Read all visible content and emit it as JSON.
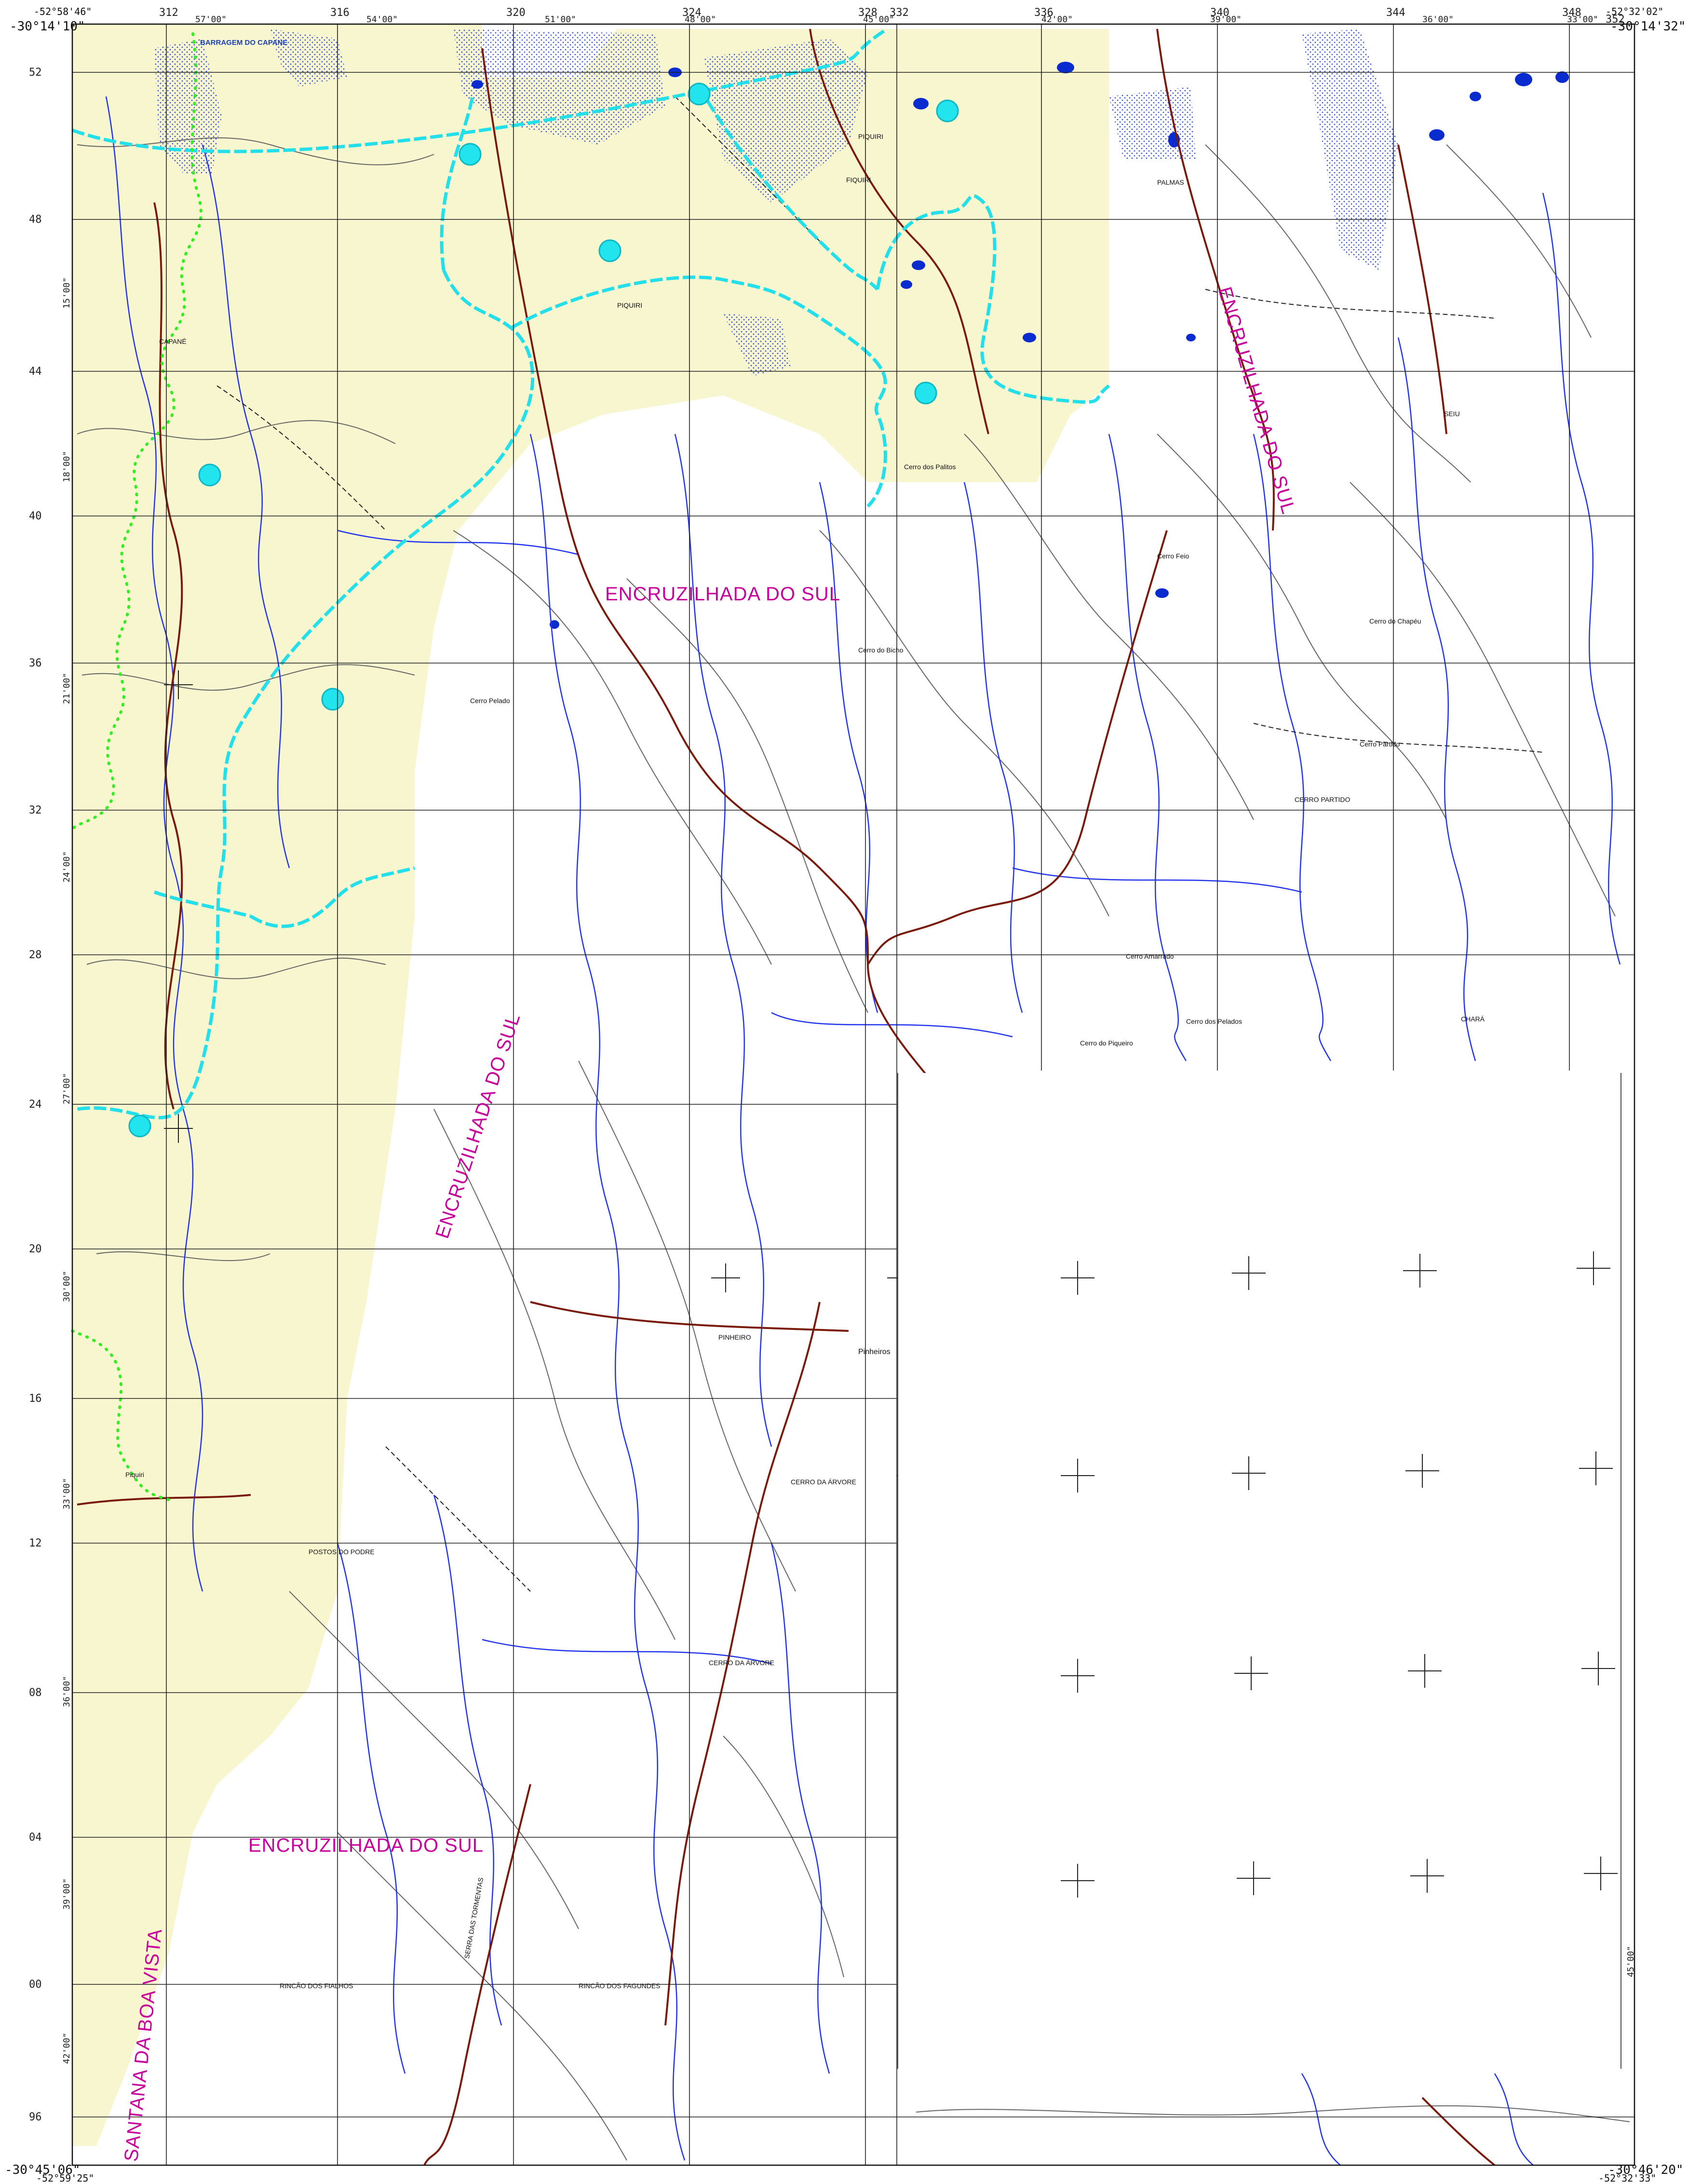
{
  "map": {
    "corners": {
      "top_left_lat": "-30°14'10\"",
      "top_left_lon": "-52°58'46\"",
      "top_right_lat": "-30°14'32\"",
      "top_right_lon": "-52°32'02\"",
      "bottom_left_lat": "-30°45'06\"",
      "bottom_left_lon": "-52°59'25\"",
      "bottom_right_lat": "-30°46'20\"",
      "bottom_right_lon": "-52°32'33\""
    },
    "ticks": {
      "top": [
        "312",
        "316",
        "320",
        "324",
        "328",
        "332",
        "336",
        "340",
        "344",
        "348",
        "352"
      ],
      "top_minutes": [
        "57'00\"",
        "54'00\"",
        "51'00\"",
        "48'00\"",
        "45'00\"",
        "42'00\"",
        "39'00\"",
        "36'00\"",
        "33'00\""
      ],
      "left": [
        "52",
        "48",
        "44",
        "40",
        "36",
        "32",
        "28",
        "24",
        "20",
        "16",
        "12",
        "08",
        "04",
        "00",
        "96"
      ],
      "left_minutes": [
        "15'00\"",
        "18'00\"",
        "21'00\"",
        "24'00\"",
        "27'00\"",
        "30'00\"",
        "33'00\"",
        "36'00\"",
        "39'00\"",
        "42'00\"",
        "45'00\""
      ]
    },
    "region_labels": [
      "ENCRUZILHADA DO SUL",
      "ENCRUZILHADA DO SUL",
      "ENCRUZILHADA DO SUL",
      "ENCRUZILHADA DO SUL",
      "SANTANA DA BOA VISTA"
    ],
    "dam_label": "BARRAGEM DO CAPANE",
    "place_labels": [
      "CAPANÉ",
      "PIQUIRI",
      "PIQUIRI",
      "PALMAS",
      "Cerro dos Palitos",
      "Cerro do Bicho",
      "Cerro Pelado",
      "Cerro Feio",
      "Cerro do Chapéu",
      "Cerro Partido",
      "Cerro Amarrado",
      "Cerro dos Pelados",
      "Cerro do Piqueiro",
      "PINHEIRO",
      "Pinheiros",
      "CERRO DA ÁRVORE",
      "CERRO DA ÁRVORE",
      "RINCÃO DOS FIALHOS",
      "CHARÁ",
      "SERRA DAS TORMENTAS",
      "RINCÃO DOS FAGUNDES",
      "POSTOS DO PODRE",
      "CERRO PARTIDO",
      "SEIU",
      "FIQUIRI",
      "Piquiri"
    ],
    "colors": {
      "land_tint": "#f8f6cf",
      "water": "#0a2ccf",
      "river": "#2233ee",
      "boundary": "#22dfe9",
      "county_boundary": "#33ee22",
      "road": "#7a1a0a",
      "contour": "#555555",
      "grid": "#202020",
      "region_text": "#c8009b"
    }
  }
}
